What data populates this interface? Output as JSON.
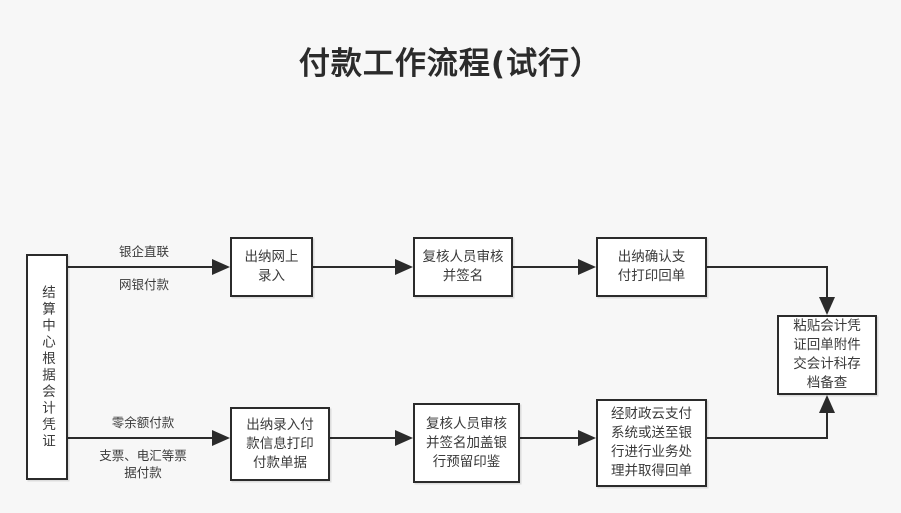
{
  "title": "付款工作流程(试行）",
  "colors": {
    "background": "#f7f7f7",
    "node_fill": "#ffffff",
    "stroke": "#2b2b2b",
    "text": "#3a3a3a"
  },
  "nodes": {
    "source": {
      "id": "settlement-center",
      "label": "结算中心根据会计凭证",
      "orientation": "vertical"
    },
    "top_row": [
      {
        "id": "cashier-online-entry",
        "label": "出纳网上\n录入"
      },
      {
        "id": "reviewer-check-sign",
        "label": "复核人员审核\n并签名"
      },
      {
        "id": "cashier-confirm-print-receipt",
        "label": "出纳确认支\n付打印回单"
      }
    ],
    "bottom_row": [
      {
        "id": "cashier-entry-print-voucher",
        "label": "出纳录入付\n款信息打印\n付款单据"
      },
      {
        "id": "reviewer-check-sign-seal",
        "label": "复核人员审核\n并签名加盖银\n行预留印鉴"
      },
      {
        "id": "finance-cloud-or-bank",
        "label": "经财政云支付\n系统或送至银\n行进行业务处\n理并取得回单"
      }
    ],
    "terminal": {
      "id": "attach-archive",
      "label": "粘贴会计凭\n证回单附件\n交会计科存\n档备查"
    }
  },
  "edge_labels": {
    "top_above": "银企直联",
    "top_below": "网银付款",
    "bottom_above": "零余额付款",
    "bottom_below": "支票、电汇等票\n据付款"
  }
}
